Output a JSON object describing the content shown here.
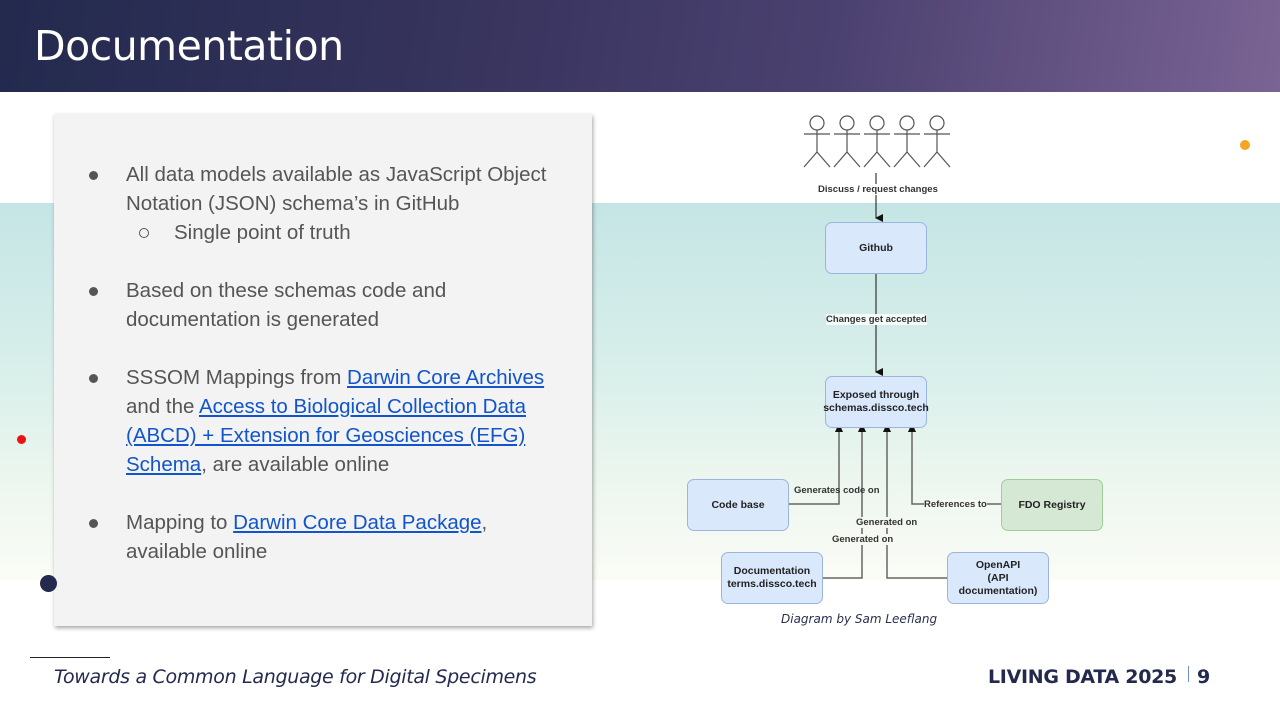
{
  "header": {
    "title": "Documentation"
  },
  "content": {
    "bullets": [
      {
        "text": "All data models available as JavaScript Object Notation (JSON) schema’s in GitHub",
        "sub": [
          "Single point of truth"
        ]
      },
      {
        "text": "Based on these schemas code and documentation is generated"
      },
      {
        "parts": [
          {
            "t": "SSSOM Mappings from "
          },
          {
            "t": "Darwin Core Archives",
            "link": true
          },
          {
            "t": " and the "
          },
          {
            "t": "Access to Biological Collection Data (ABCD) + Extension for Geosciences (EFG) Schema",
            "link": true
          },
          {
            "t": ", are available online"
          }
        ]
      },
      {
        "parts": [
          {
            "t": "Mapping to "
          },
          {
            "t": "Darwin Core Data Package",
            "link": true
          },
          {
            "t": ", available online"
          }
        ]
      }
    ]
  },
  "diagram": {
    "actors_count": 5,
    "nodes": {
      "github": "Github",
      "exposed": [
        "Exposed through",
        "schemas.dissco.tech"
      ],
      "codebase": "Code base",
      "fdo": "FDO Registry",
      "docs": [
        "Documentation",
        "terms.dissco.tech"
      ],
      "openapi": [
        "OpenAPI",
        "(API documentation)"
      ]
    },
    "edges": {
      "discuss": "Discuss / request changes",
      "accepted": "Changes get accepted",
      "generates_code": "Generates code on",
      "references": "References to",
      "generated_on_1": "Generated on",
      "generated_on_2": "Generated on"
    },
    "caption": "Diagram by Sam Leeflang"
  },
  "footer": {
    "left": "Towards a Common Language for Digital Specimens",
    "event": "LIVING DATA 2025",
    "page": "9"
  },
  "colors": {
    "header_start": "#232a4e",
    "header_end": "#7a6494",
    "link": "#1155cc",
    "node_blue": "#dae8fc",
    "node_green": "#d5e8d4",
    "dot_orange": "#f5a623",
    "dot_red": "#ee1111",
    "dot_navy": "#232a4e"
  }
}
